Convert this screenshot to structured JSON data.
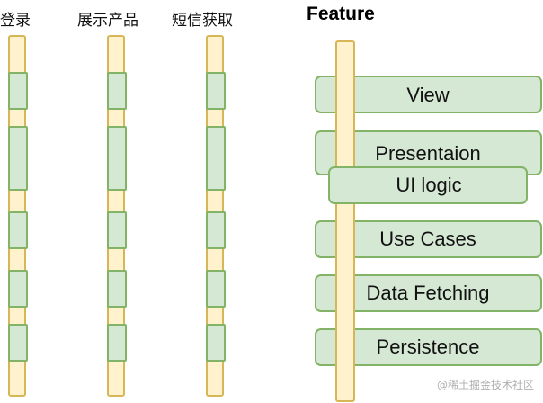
{
  "left_columns": [
    {
      "label": "登录"
    },
    {
      "label": "展示产品"
    },
    {
      "label": "短信获取"
    }
  ],
  "feature": {
    "title": "Feature",
    "layers": [
      "View",
      "Presentaion",
      "UI logic",
      "Use Cases",
      "Data Fetching",
      "Persistence"
    ]
  },
  "watermark": "@稀土掘金技术社区",
  "colors": {
    "column_fill": "#fff2cc",
    "column_stroke": "#d6b656",
    "box_fill": "#d5e8d4",
    "box_stroke": "#82b366"
  }
}
